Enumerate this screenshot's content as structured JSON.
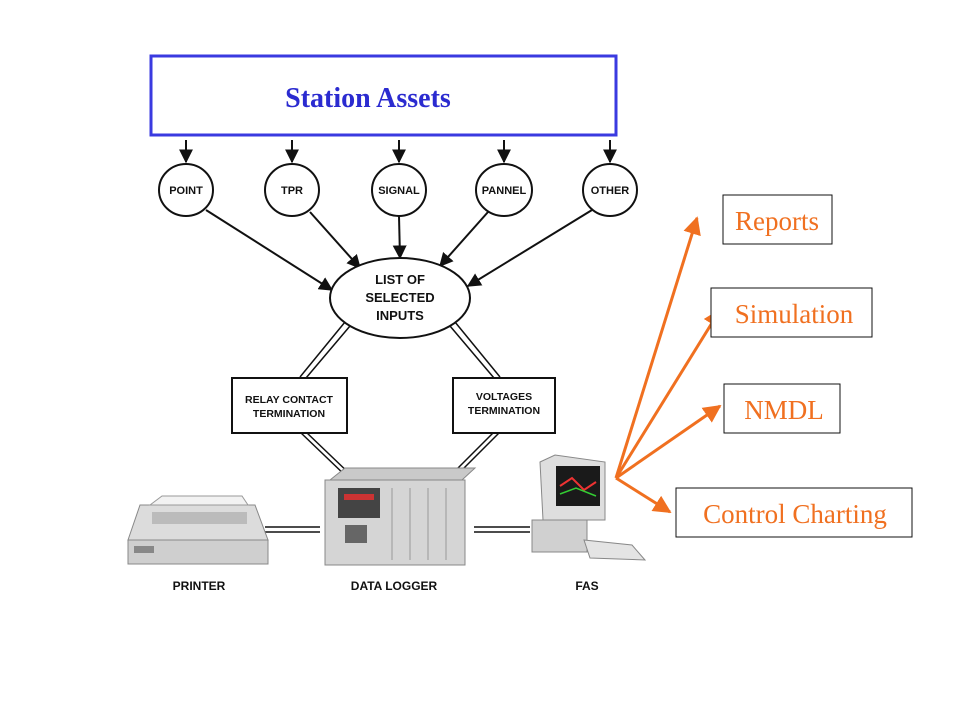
{
  "diagram": {
    "title": "Station Assets",
    "inputs": [
      "POINT",
      "TPR",
      "SIGNAL",
      "PANNEL",
      "OTHER"
    ],
    "list_node": [
      "LIST OF",
      "SELECTED",
      "INPUTS"
    ],
    "relay_box": [
      "RELAY CONTACT",
      "TERMINATION"
    ],
    "voltage_box": [
      "VOLTAGES",
      "TERMINATION"
    ],
    "devices": {
      "printer": "PRINTER",
      "logger": "DATA LOGGER",
      "fas": "FAS"
    },
    "outputs": [
      "Reports",
      "Simulation",
      "NMDL",
      "Control Charting"
    ]
  },
  "colors": {
    "title_border": "#3a3ae0",
    "title_text": "#2b2bd0",
    "output": "#f07020"
  }
}
